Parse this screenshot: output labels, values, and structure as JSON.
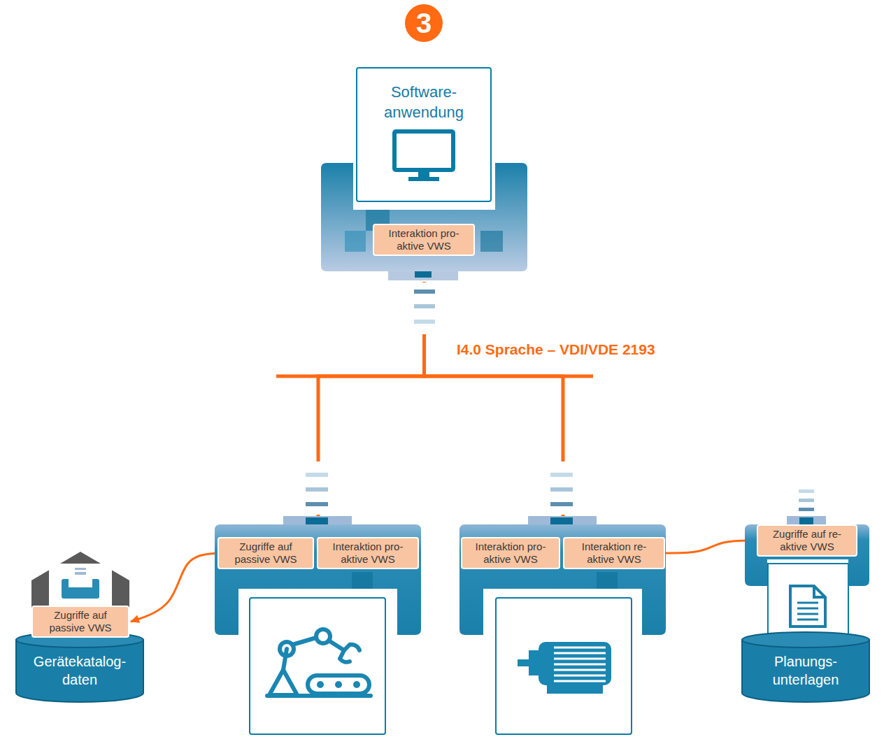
{
  "diagram": {
    "nodes": [
      {
        "text": []
      },
      {
        "text": [
          "Software- anwendung"
        ],
        "in": 0
      },
      {
        "text": [
          "Interaktion pro- aktive VWS"
        ],
        "in": 0
      },
      {
        "text": []
      },
      {
        "text": [
          "Zugriffe auf passive VWS"
        ],
        "in": 3
      },
      {
        "text": [
          "Interaktion pro- aktive VWS"
        ],
        "in": 3
      },
      {
        "text": []
      },
      {
        "text": [
          "Interaktion pro- aktive VWS"
        ],
        "in": 6
      },
      {
        "text": [
          "Interaktion re- aktive VWS"
        ],
        "in": 6
      },
      {
        "text": [
          "Gerätekatalog- daten"
        ]
      },
      {
        "text": [
          "Zugriffe auf passive VWS"
        ]
      },
      {
        "text": []
      },
      {
        "text": [
          "Zugriffe auf re- aktive VWS"
        ],
        "in": 11
      },
      {
        "text": [
          "Planungs- unterlagen"
        ]
      }
    ],
    "edges": [
      {
        "from": 0,
        "to": 3,
        "arrow": "none"
      },
      {
        "from": 0,
        "to": 6,
        "arrow": "none"
      },
      {
        "from": 4,
        "to": 10,
        "arrow": "to"
      },
      {
        "from": 8,
        "to": 12,
        "arrow": "to"
      }
    ],
    "labels": [
      "3",
      "I4.0 Sprache – VDI/VDE 2193"
    ]
  }
}
